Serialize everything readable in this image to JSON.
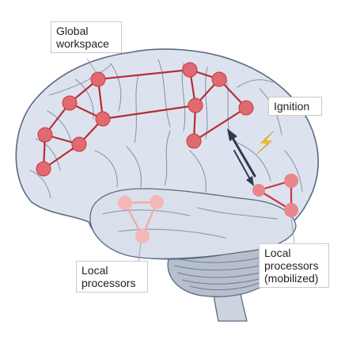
{
  "labels": {
    "global_workspace": "Global\nworkspace",
    "ignition": "Ignition",
    "local_processors": "Local\nprocessors",
    "local_processors_mobilized": "Local\nprocessors\n(mobilized)"
  },
  "colors": {
    "brain_fill": "#dde3ee",
    "brain_outline": "#5b6a82",
    "sulci": "#8a97ad",
    "cerebellum_fill": "#b7bfcd",
    "workspace_node": "#e06a70",
    "workspace_edge": "#b52d35",
    "local_node": "#f4b9b6",
    "local_edge": "#f2a7a4",
    "mobilized_node": "#e6888c",
    "mobilized_edge": "#c9373f",
    "arrow": "#2d3a52",
    "lightning": "#f2c232"
  },
  "icons": {
    "ignition": "lightning-bolt-icon",
    "exchange": "bidirectional-arrow-icon"
  }
}
